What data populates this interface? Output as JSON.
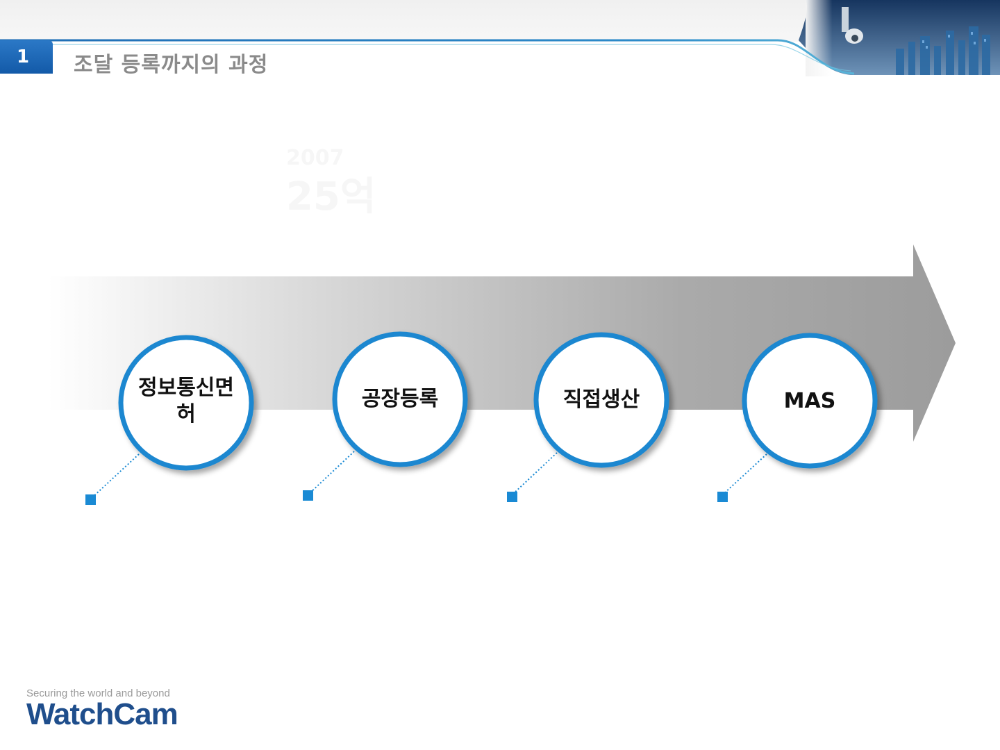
{
  "slide": {
    "number": "1",
    "title": "조달 등록까지의 과정"
  },
  "ghost": {
    "line1": "2007",
    "line2": "25억"
  },
  "process": {
    "steps": [
      {
        "label": "정보통신면\n허"
      },
      {
        "label": "공장등록"
      },
      {
        "label": "직접생산"
      },
      {
        "label": "MAS"
      }
    ]
  },
  "brand": {
    "tagline": "Securing the world and beyond",
    "logo": "WatchCam"
  },
  "colors": {
    "accent_blue": "#1a87d0",
    "marker_blue": "#1a8ad4",
    "arrow_gray": "#a6a6a6",
    "title_gray": "#8a8a8a"
  },
  "icons": [
    "city-skyline-image",
    "security-camera-icon"
  ]
}
